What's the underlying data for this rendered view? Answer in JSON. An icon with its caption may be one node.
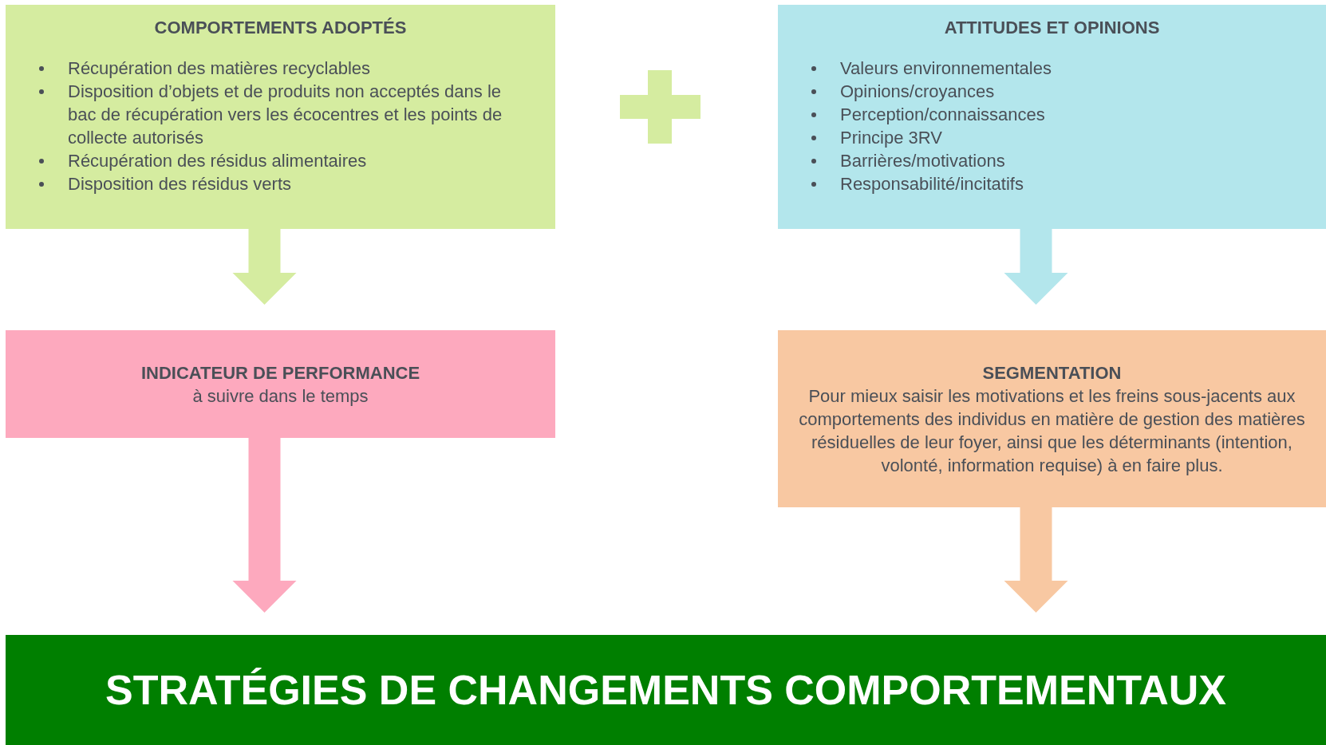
{
  "diagram": {
    "nodes": [
      {
        "text": [
          "COMPORTEMENTS ADOPTÉS",
          "Récupération des matières recyclables",
          "Disposition d’objets et de produits non acceptés dans le bac de récupération vers les écocentres et les points de collecte autorisés",
          "Récupération des résidus alimentaires",
          "Disposition des résidus verts"
        ]
      },
      {
        "text": [
          "ATTITUDES ET OPINIONS",
          "Valeurs environnementales",
          "Opinions/croyances",
          "Perception/connaissances",
          "Principe 3RV",
          "Barrières/motivations",
          "Responsabilité/incitatifs"
        ]
      },
      {
        "text": [
          "INDICATEUR DE PERFORMANCE",
          "à suivre dans le temps"
        ]
      },
      {
        "text": [
          "SEGMENTATION",
          "Pour mieux saisir les motivations et les freins sous-jacents aux comportements des individus en matière de gestion des matières résiduelles de leur foyer, ainsi que les déterminants (intention, volonté, information requise) à en faire plus."
        ]
      },
      {
        "text": [
          "STRATÉGIES DE CHANGEMENTS COMPORTEMENTAUX"
        ]
      }
    ],
    "edges": [
      {
        "from": 0,
        "to": 2,
        "arrow": "to",
        "color": "#d5eca0"
      },
      {
        "from": 1,
        "to": 3,
        "arrow": "to",
        "color": "#b3e6ec"
      },
      {
        "from": 2,
        "to": 4,
        "arrow": "to",
        "color": "#fda9be"
      },
      {
        "from": 3,
        "to": 4,
        "arrow": "to",
        "color": "#f8c8a2"
      }
    ]
  }
}
